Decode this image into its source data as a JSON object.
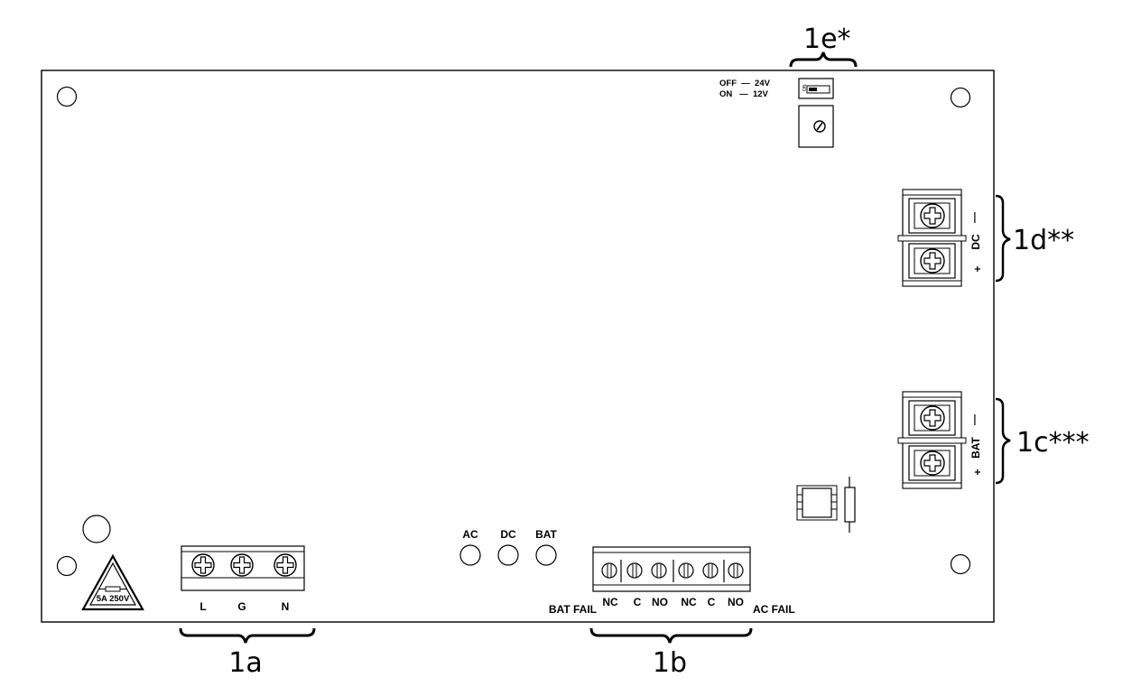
{
  "callouts": {
    "terminal_1a": "1a",
    "terminal_1b": "1b",
    "terminal_1c": "1c***",
    "terminal_1d": "1d**",
    "terminal_1e": "1e*"
  },
  "switch": {
    "off_label": "OFF  —  24V",
    "on_label": "ON   —  12V",
    "on_marker": "ON"
  },
  "ac_terminal": {
    "labels": [
      "L",
      "G",
      "N"
    ]
  },
  "fuse": {
    "rating": "5A 250V"
  },
  "leds": {
    "labels": [
      "AC",
      "DC",
      "BAT"
    ]
  },
  "relay": {
    "contacts": [
      "NC",
      "C",
      "NO",
      "NC",
      "C",
      "NO"
    ],
    "left_label": "BAT FAIL",
    "right_label": "AC FAIL"
  },
  "dc_output": {
    "minus": "—",
    "name": "DC",
    "plus": "+"
  },
  "battery": {
    "minus": "—",
    "name": "BAT",
    "plus": "+"
  }
}
